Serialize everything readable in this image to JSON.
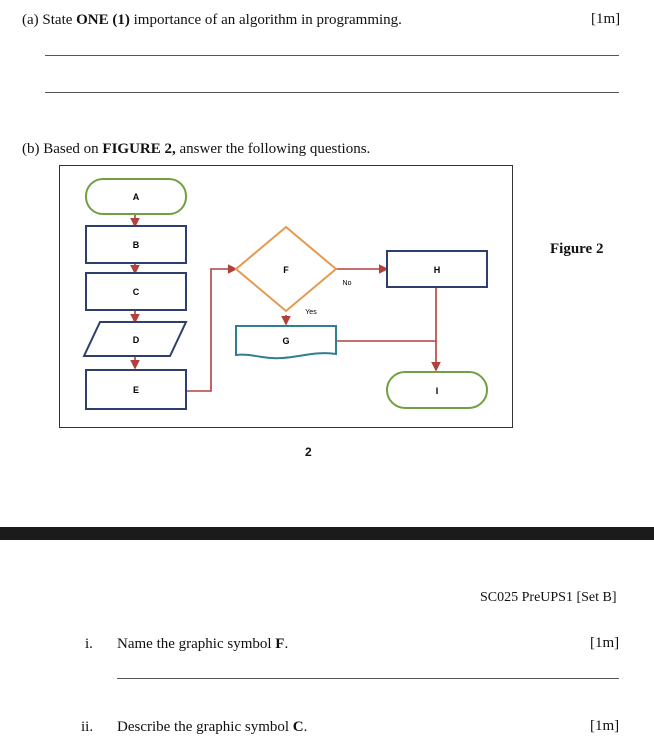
{
  "question_a": {
    "prefix": "(a) State ",
    "bold": "ONE (1)",
    "suffix": " importance of an algorithm in programming.",
    "mark": "[1m]"
  },
  "question_b": {
    "prefix": "(b) Based on ",
    "bold": "FIGURE 2,",
    "suffix": " answer the following questions."
  },
  "figure": {
    "caption": "Figure 2",
    "page_number": "2",
    "labels": {
      "A": "A",
      "B": "B",
      "C": "C",
      "D": "D",
      "E": "E",
      "F": "F",
      "G": "G",
      "H": "H",
      "I": "I",
      "yes": "Yes",
      "no": "No"
    },
    "colors": {
      "terminal": "#70a040",
      "process": "#2e3f6e",
      "decision": "#e39a4f",
      "document": "#2f7f8f",
      "flow": "#b2403b"
    }
  },
  "footer": {
    "text": "SC025 PreUPS1 [Set B]"
  },
  "sub_questions": [
    {
      "num": "i.",
      "prefix": "Name the graphic symbol ",
      "bold": "F",
      "suffix": ".",
      "mark": "[1m]"
    },
    {
      "num": "ii.",
      "prefix": "Describe the graphic symbol ",
      "bold": "C",
      "suffix": ".",
      "mark": "[1m]"
    }
  ]
}
